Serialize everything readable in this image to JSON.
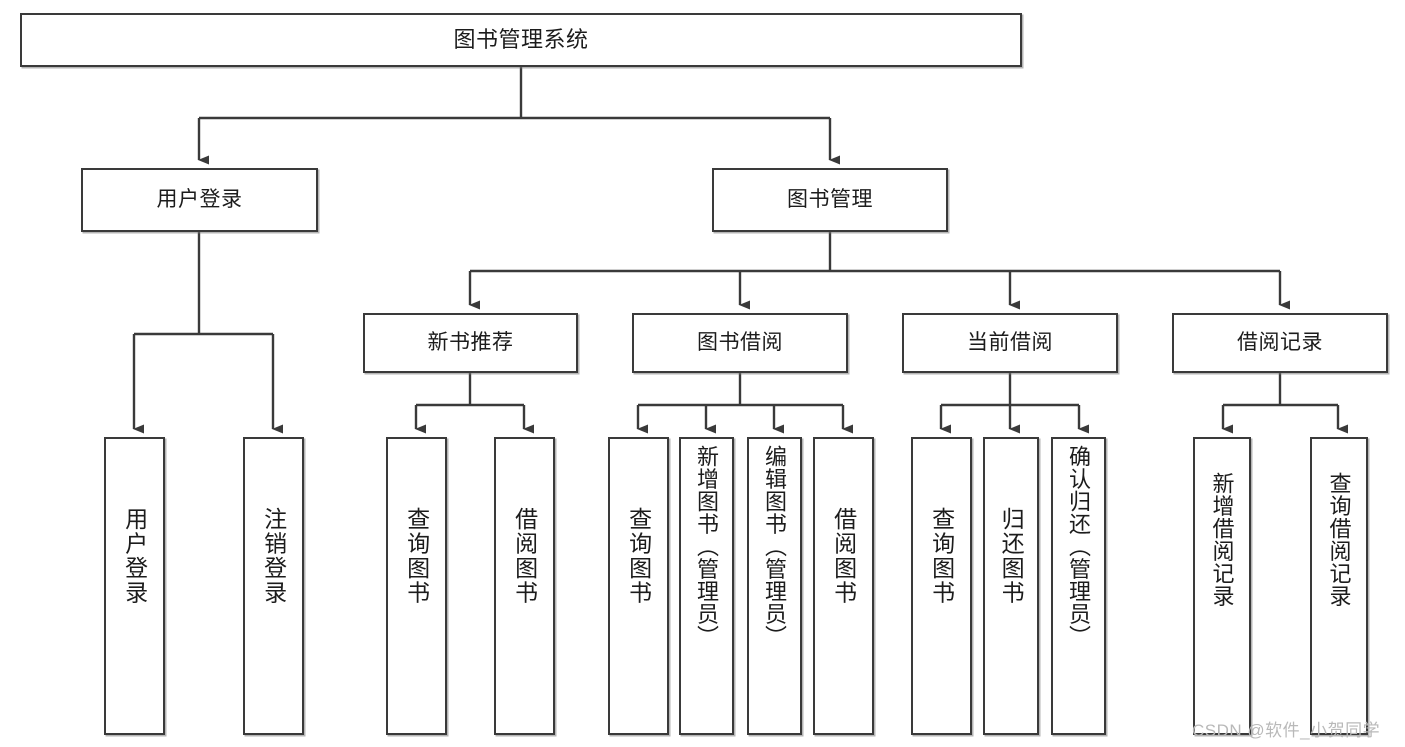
{
  "diagram": {
    "title": "图书管理系统",
    "type": "tree-hierarchy-chart",
    "orientation": "top-down",
    "watermark": "CSDN @软件_小贺同学",
    "colors": {
      "stroke": "#3a3a3a",
      "fill": "#ffffff",
      "text": "#1c1c1c",
      "watermark": "#b9b9b9"
    },
    "levels": {
      "root": "图书管理系统",
      "level2": [
        "用户登录",
        "图书管理"
      ],
      "level3": [
        "新书推荐",
        "图书借阅",
        "当前借阅",
        "借阅记录"
      ]
    }
  },
  "nodes": {
    "root": {
      "label": "图书管理系统"
    },
    "user_login": {
      "label": "用户登录"
    },
    "book_manage": {
      "label": "图书管理"
    },
    "new_book_rec": {
      "label": "新书推荐"
    },
    "book_borrow": {
      "label": "图书借阅"
    },
    "current_borrow": {
      "label": "当前借阅"
    },
    "borrow_record": {
      "label": "借阅记录"
    },
    "leaf_user_login": {
      "label": "用户登录"
    },
    "leaf_user_logout": {
      "label": "注销登录"
    },
    "leaf_query_book_a": {
      "label": "查询图书"
    },
    "leaf_borrow_book_a": {
      "label": "借阅图书"
    },
    "leaf_query_book_b": {
      "label": "查询图书"
    },
    "leaf_add_book": {
      "label": "新增图书（管理员）"
    },
    "leaf_edit_book": {
      "label": "编辑图书（管理员）"
    },
    "leaf_borrow_book_b": {
      "label": "借阅图书"
    },
    "leaf_query_book_c": {
      "label": "查询图书"
    },
    "leaf_return_book": {
      "label": "归还图书"
    },
    "leaf_confirm_return": {
      "label": "确认归还（管理员）"
    },
    "leaf_add_record": {
      "label": "新增借阅记录"
    },
    "leaf_query_record": {
      "label": "查询借阅记录"
    }
  },
  "edges": [
    {
      "from": "root",
      "to": "user_login"
    },
    {
      "from": "root",
      "to": "book_manage"
    },
    {
      "from": "user_login",
      "to": "leaf_user_login"
    },
    {
      "from": "user_login",
      "to": "leaf_user_logout"
    },
    {
      "from": "book_manage",
      "to": "new_book_rec"
    },
    {
      "from": "book_manage",
      "to": "book_borrow"
    },
    {
      "from": "book_manage",
      "to": "current_borrow"
    },
    {
      "from": "book_manage",
      "to": "borrow_record"
    },
    {
      "from": "new_book_rec",
      "to": "leaf_query_book_a"
    },
    {
      "from": "new_book_rec",
      "to": "leaf_borrow_book_a"
    },
    {
      "from": "book_borrow",
      "to": "leaf_query_book_b"
    },
    {
      "from": "book_borrow",
      "to": "leaf_add_book"
    },
    {
      "from": "book_borrow",
      "to": "leaf_edit_book"
    },
    {
      "from": "book_borrow",
      "to": "leaf_borrow_book_b"
    },
    {
      "from": "current_borrow",
      "to": "leaf_query_book_c"
    },
    {
      "from": "current_borrow",
      "to": "leaf_return_book"
    },
    {
      "from": "current_borrow",
      "to": "leaf_confirm_return"
    },
    {
      "from": "borrow_record",
      "to": "leaf_add_record"
    },
    {
      "from": "borrow_record",
      "to": "leaf_query_record"
    }
  ]
}
